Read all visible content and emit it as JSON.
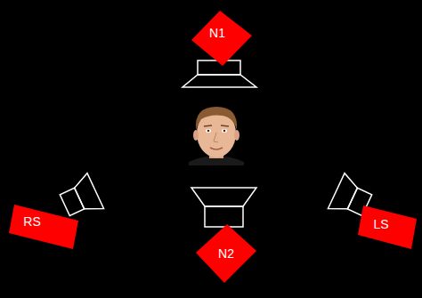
{
  "diagram": {
    "nodes": [
      {
        "text": [
          "N1"
        ]
      },
      {
        "text": [
          "RS"
        ]
      },
      {
        "text": [
          "LS"
        ]
      },
      {
        "text": [
          "N2"
        ]
      }
    ]
  }
}
